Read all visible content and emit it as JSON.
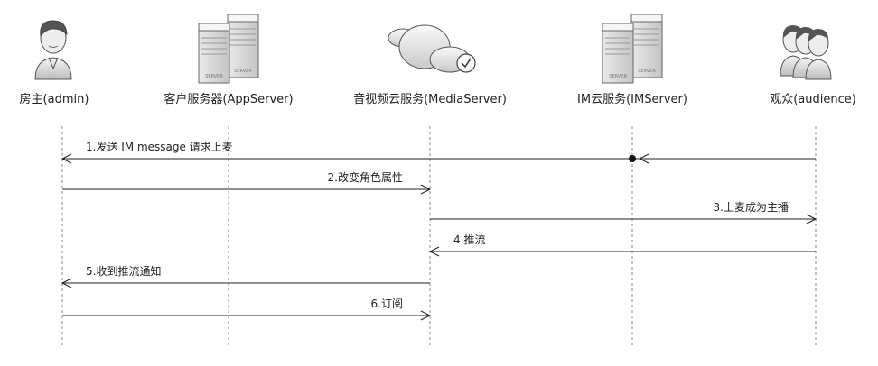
{
  "diagram": {
    "type": "sequence",
    "actors": [
      {
        "id": "host",
        "label": "房主(admin)",
        "icon": "person-icon"
      },
      {
        "id": "app",
        "label": "客户服务器(AppServer)",
        "icon": "server-icon",
        "icon_text": "SERVER"
      },
      {
        "id": "media",
        "label": "音视频云服务(MediaServer)",
        "icon": "cloud-icon"
      },
      {
        "id": "im",
        "label": "IM云服务(IMServer)",
        "icon": "server-icon",
        "icon_text": "SERVER"
      },
      {
        "id": "audience",
        "label": "观众(audience)",
        "icon": "people-group-icon"
      }
    ],
    "messages": [
      {
        "label": "1.发送 IM message 请求上麦",
        "from": "audience",
        "to": "host",
        "via": "im"
      },
      {
        "label": "2.改变角色属性",
        "from": "host",
        "to": "media"
      },
      {
        "label": "3.上麦成为主播",
        "from": "media",
        "to": "audience"
      },
      {
        "label": "4.推流",
        "from": "audience",
        "to": "media"
      },
      {
        "label": "5.收到推流通知",
        "from": "media",
        "to": "host"
      },
      {
        "label": "6.订阅",
        "from": "host",
        "to": "media"
      }
    ]
  }
}
